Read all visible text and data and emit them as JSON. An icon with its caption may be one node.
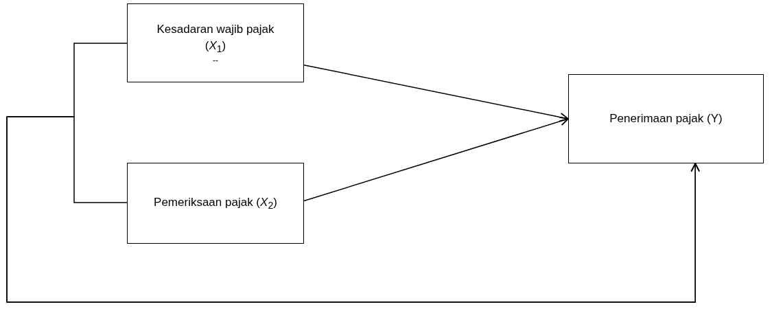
{
  "diagram": {
    "nodes": [
      {
        "text": [
          "Kesadaran wajib pajak (*X*$_{1}$)",
          "--"
        ]
      },
      {
        "text": [
          "Pemeriksaan pajak (*X*$_{2}$)"
        ]
      },
      {
        "text": [
          "Penerimaan pajak (Y)"
        ]
      }
    ],
    "edges": [
      {
        "from": 0,
        "to": 2,
        "arrow": "to"
      },
      {
        "from": 1,
        "to": 2,
        "arrow": "to"
      },
      {
        "from": 0,
        "to": 2,
        "arrow": "to"
      },
      {
        "from": 1,
        "to": 2,
        "arrow": "to"
      }
    ]
  }
}
